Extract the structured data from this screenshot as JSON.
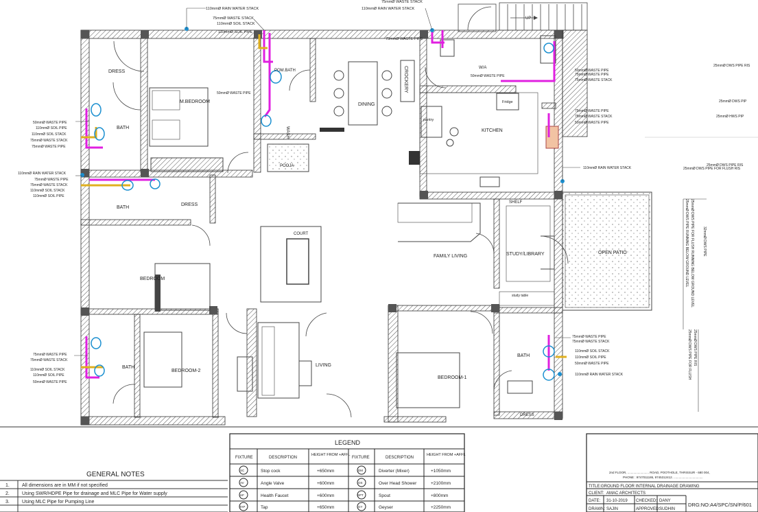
{
  "top_labels": [
    "110mmØ RAIN WATER STACK",
    "75mmØ WASTE STACK",
    "110mmØ SOIL STACK",
    "110mmØ SOIL PIPE",
    "75mmØ WASTE STACK",
    "110mmØ RAIN WATER STACK",
    "75mmØ WASTE PIPE",
    "UP"
  ],
  "rooms": {
    "dress1": "DRESS",
    "master": "M.BEDROOM",
    "bath1": "BATH",
    "pom_bath": "POM.BATH",
    "wash": "WASH",
    "pooja": "POOJA",
    "dining": "DINING",
    "crockery": "CROCKERY",
    "wa": "W/A",
    "fridge": "Fridge",
    "pantry": "pantry",
    "kitchen": "KITCHEN",
    "bath2": "BATH",
    "dress2": "DRESS",
    "shelf": "SHELF",
    "court": "COURT",
    "family": "FAMILY LIVING",
    "study": "STUDY/LIBRARY",
    "open_patio": "OPEN PATIO",
    "bedroom": "BEDROOM",
    "bath3": "BATH",
    "bedroom2": "BEDROOM-2",
    "living": "LIVING",
    "bedroom1": "BEDROOM-1",
    "bath4": "BATH",
    "dress3": "DRESS",
    "study_table": "study table"
  },
  "pipe_labels": {
    "left_a": [
      "50mmØ WASTE PIPE",
      "110mmØ SOIL PIPE",
      "110mmØ SOIL STACK",
      "75mmØ WASTE STACK",
      "75mmØ WASTE PIPE"
    ],
    "left_b": [
      "110mmØ RAIN WATER STACK",
      "75mmØ WASTE PIPE",
      "75mmØ WASTE STACK",
      "110mmØ SOIL STACK",
      "110mmØ SOIL PIPE"
    ],
    "left_c": [
      "75mmØ WASTE PIPE",
      "75mmØ WASTE STACK",
      "110mmØ SOIL STACK",
      "110mmØ SOIL PIPE",
      "50mmØ WASTE PIPE"
    ],
    "pom": "50mmØ WASTE PIPE",
    "wa_mid": "50mmØ WASTE PIPE",
    "right_a": [
      "50mmØ WASTE PIPE",
      "75mmØ WASTE PIPE",
      "75mmØ WASTE STACK"
    ],
    "right_b": [
      "75mmØ WASTE PIPE",
      "75mmØ WASTE STACK",
      "50mmØ WASTE PIPE"
    ],
    "rain_right": "110mmØ RAIN WATER STACK",
    "right_c": [
      "75mmØ WASTE PIPE",
      "75mmØ WASTE STACK",
      "110mmØ SOIL STACK",
      "110mmØ SOIL PIPE",
      "50mmØ WASTE PIPE",
      "110mmØ RAIN WATER STACK"
    ]
  },
  "far_right": {
    "dws1": "25mmØ DWS PIPE RIS",
    "dws2": "25mmØ DWS PIP",
    "hws": "25mmØ HWS PIP",
    "dws3": "25mmØ DWS PIPE RIS",
    "dws4": "25mmØ DWS PIPE FOR FLUSH RIS",
    "v1": "25mmØ DWS PIPE RUNNING BELOW GROUND LEVEL",
    "v2": "25mmØ DWS PIPE FOR FLUSH RUNNING BELOW GROUND LEVEL",
    "v3": "32mmØ DWS PIPE",
    "v4": "25mmØ DWS PIPE FOR FLUSH",
    "v5": "25mmØ DWS PIPE RIS"
  },
  "general_notes": {
    "title": "GENERAL NOTES",
    "items": [
      {
        "no": "1.",
        "text": "All dimensions are in MM if not specified"
      },
      {
        "no": "2.",
        "text": "Using SWR/HDPE Pipe for drainage and MLC Pipe for Water supply"
      },
      {
        "no": "3.",
        "text": "Using MLC Pipe for Pumping Line"
      }
    ]
  },
  "legend": {
    "title": "LEGEND",
    "headers": [
      "FIXTURE",
      "DESCRIPTION",
      "HEIGHT FROM +AFFL",
      "FIXTURE",
      "DESCRIPTION",
      "HEIGHT FROM +AFFL"
    ],
    "rows": [
      {
        "sym1": "SC",
        "desc1": "Stop cock",
        "h1": "+650mm",
        "sym2": "DM",
        "desc2": "Diverter (Mixer)",
        "h2": "+1050mm"
      },
      {
        "sym1": "AV",
        "desc1": "Angle Valve",
        "h1": "+600mm",
        "sym2": "OS",
        "desc2": "Over Head Shower",
        "h2": "+2100mm"
      },
      {
        "sym1": "HF",
        "desc1": "Health Faucet",
        "h1": "+600mm",
        "sym2": "SPT",
        "desc2": "Spout",
        "h2": "+800mm"
      },
      {
        "sym1": "TAP",
        "desc1": "Tap",
        "h1": "+650mm",
        "sym2": "GY",
        "desc2": "Geyser",
        "h2": "+2250mm"
      }
    ]
  },
  "title_block": {
    "address": "2nd FLOOR, ......................... ROAD, POOTHOLE, THRISSUR - 680 004,",
    "phone": "PHONE : 9747011186, 9745312412. ..................................",
    "title_label": "TITLE:",
    "title": "GROUND FLOOR INTERNAL DRAINAGE DRAWING",
    "client_label": "CLIENT:",
    "client": "AMAC ARCHITECTS",
    "date_label": "DATE:",
    "date": "31-10-2019",
    "checked_label": "CHECKED:",
    "checked": "DANY",
    "drawn_label": "DRAWN:",
    "drawn": "SAJIN",
    "approved_label": "APPROVED:",
    "approved": "SUDHIN",
    "drg_no": "DRG:NO:A4/SPC/SN/P/601"
  },
  "colors": {
    "stack": "#e020e0",
    "soil": "#e0b020",
    "rain": "#1a8fd0",
    "line": "#333333"
  }
}
